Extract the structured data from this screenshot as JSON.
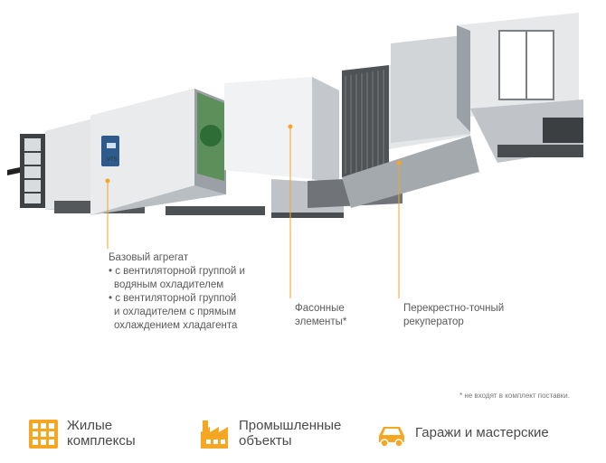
{
  "labels": {
    "base_unit": [
      "Базовый агрегат",
      "• с вентиляторной группой и",
      "  водяным охладителем",
      "• с вентиляторной группой",
      "  и охладителем с прямым",
      "  охлаждением хладагента"
    ],
    "shaped_elements": [
      "Фасонные",
      "элементы*"
    ],
    "recuperator": [
      "Перекрестно-точный",
      "рекуператор"
    ]
  },
  "footnote": "* не входят в комплект поставки.",
  "categories": [
    {
      "icon": "residential-building-icon",
      "lines": [
        "Жилые",
        "комплексы"
      ]
    },
    {
      "icon": "factory-icon",
      "lines": [
        "Промышленные",
        "объекты"
      ]
    },
    {
      "icon": "car-icon",
      "lines": [
        "Гаражи и мастерские"
      ]
    }
  ],
  "colors": {
    "accent": "#F5A623",
    "text": "#5a5a5a",
    "metal_light": "#e6e8ea",
    "metal_mid": "#c9cdd1",
    "metal_dark": "#8c9196",
    "frame": "#4a4d50"
  }
}
